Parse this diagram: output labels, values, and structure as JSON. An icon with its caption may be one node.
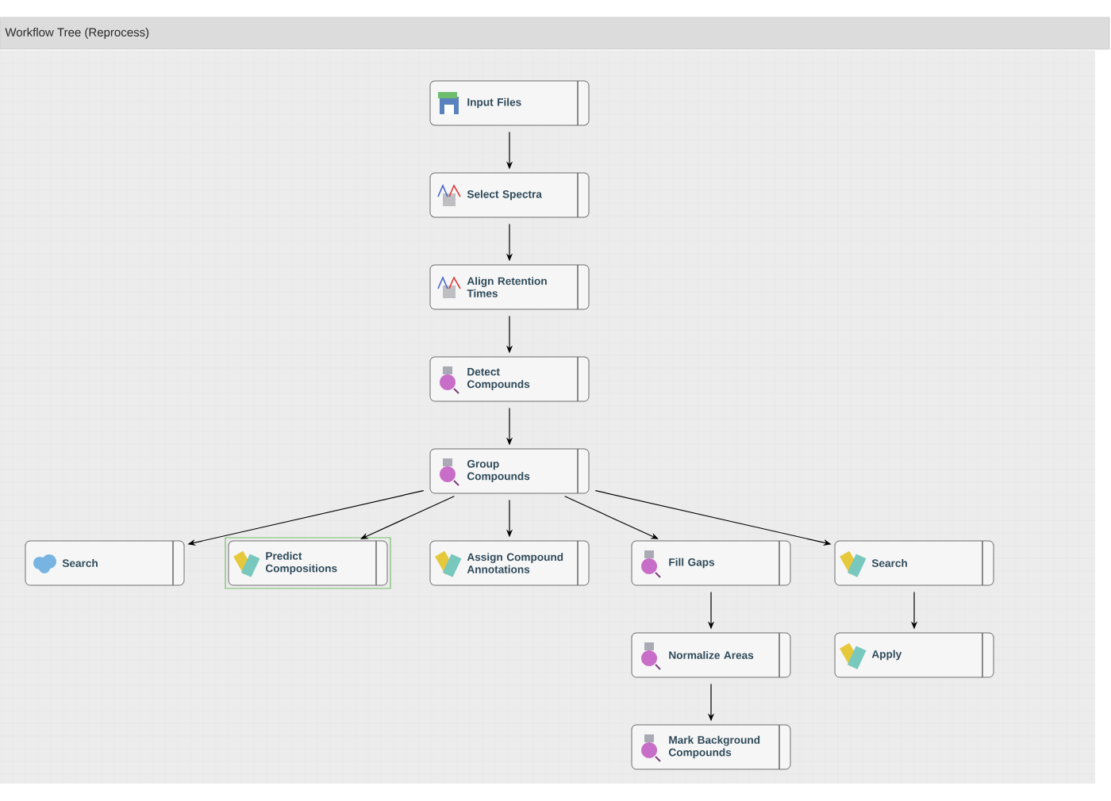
{
  "diagram": {
    "title": "Workflow Tree (Reprocess)",
    "nodes": [
      {
        "text": [
          "Input Files"
        ]
      },
      {
        "text": [
          "Select Spectra"
        ]
      },
      {
        "text": [
          "Align Retention Times"
        ]
      },
      {
        "text": [
          "Detect Compounds"
        ]
      },
      {
        "text": [
          "Group Compounds"
        ]
      },
      {
        "text": [
          "Search"
        ]
      },
      {
        "text": [
          "Predict Compositions"
        ]
      },
      {
        "text": [
          "Assign Compound Annotations"
        ]
      },
      {
        "text": [
          "Fill Gaps"
        ]
      },
      {
        "text": [
          "Search"
        ]
      },
      {
        "text": [
          "Normalize Areas"
        ]
      },
      {
        "text": [
          "Apply"
        ]
      },
      {
        "text": [
          "Mark Background Compounds"
        ]
      }
    ],
    "edges": [
      {
        "from": 0,
        "to": 1,
        "arrow": "to"
      },
      {
        "from": 1,
        "to": 2,
        "arrow": "to"
      },
      {
        "from": 2,
        "to": 3,
        "arrow": "to"
      },
      {
        "from": 3,
        "to": 4,
        "arrow": "to"
      },
      {
        "from": 4,
        "to": 5,
        "arrow": "to"
      },
      {
        "from": 4,
        "to": 6,
        "arrow": "to"
      },
      {
        "from": 4,
        "to": 7,
        "arrow": "to"
      },
      {
        "from": 4,
        "to": 8,
        "arrow": "to"
      },
      {
        "from": 4,
        "to": 9,
        "arrow": "to"
      },
      {
        "from": 8,
        "to": 10,
        "arrow": "to"
      },
      {
        "from": 9,
        "to": 11,
        "arrow": "to"
      },
      {
        "from": 10,
        "to": 12,
        "arrow": "to"
      }
    ]
  }
}
